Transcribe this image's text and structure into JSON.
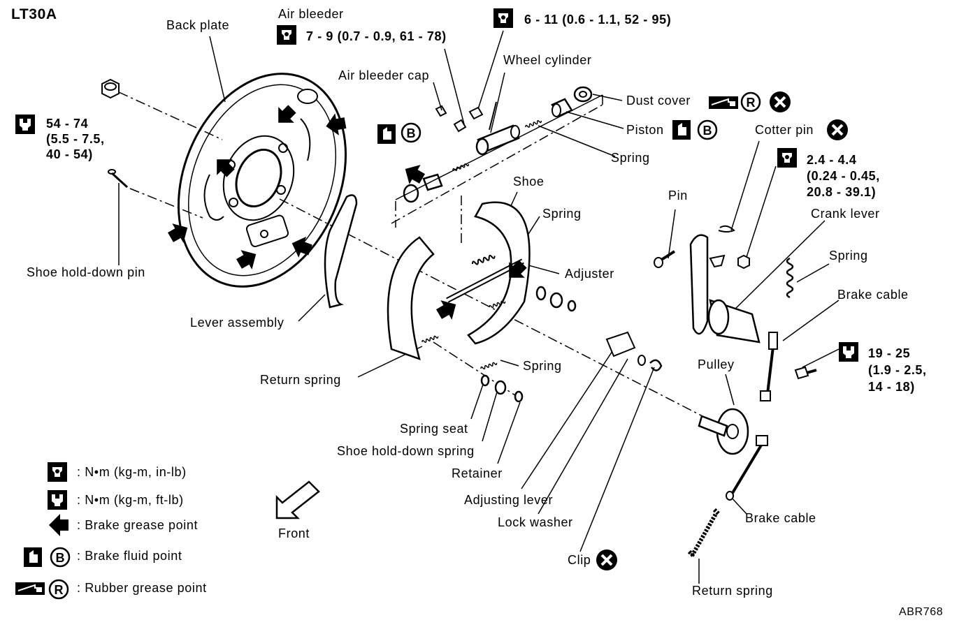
{
  "figure": {
    "code": "LT30A",
    "ref": "ABR768"
  },
  "labels": {
    "back_plate": "Back plate",
    "air_bleeder": "Air bleeder",
    "air_bleeder_torque": "7 - 9 (0.7 - 0.9, 61 - 78)",
    "cyl_bolt_torque": "6 - 11 (0.6 - 1.1, 52 - 95)",
    "air_bleeder_cap": "Air bleeder cap",
    "wheel_cylinder": "Wheel cylinder",
    "dust_cover": "Dust cover",
    "piston": "Piston",
    "cotter_pin": "Cotter pin",
    "spring_cyl": "Spring",
    "torque_54_74": "54 - 74\n(5.5 - 7.5,\n40 - 54)",
    "torque_24_44": "2.4 - 4.4\n(0.24 - 0.45,\n20.8 - 39.1)",
    "shoe": "Shoe",
    "spring_shoe": "Spring",
    "pin": "Pin",
    "crank_lever": "Crank lever",
    "spring_crank": "Spring",
    "adjuster": "Adjuster",
    "brake_cable_top": "Brake cable",
    "shoe_hold_down_pin": "Shoe hold-down pin",
    "lever_assembly": "Lever assembly",
    "return_spring": "Return spring",
    "spring_lower": "Spring",
    "pulley": "Pulley",
    "torque_19_25": "19 - 25\n(1.9 - 2.5,\n14 - 18)",
    "spring_seat": "Spring seat",
    "shoe_hold_down_spring": "Shoe hold-down spring",
    "retainer": "Retainer",
    "adjusting_lever": "Adjusting lever",
    "lock_washer": "Lock washer",
    "brake_cable_bottom": "Brake cable",
    "clip": "Clip",
    "return_spring_bottom": "Return spring",
    "front": "Front"
  },
  "badges": {
    "b": "B",
    "r": "R"
  },
  "legend": {
    "nm_inlb": ": N•m (kg-m, in-lb)",
    "nm_ftlb": ": N•m (kg-m, ft-lb)",
    "grease": ": Brake grease point",
    "fluid": ": Brake fluid point",
    "rubber": ": Rubber grease point"
  }
}
